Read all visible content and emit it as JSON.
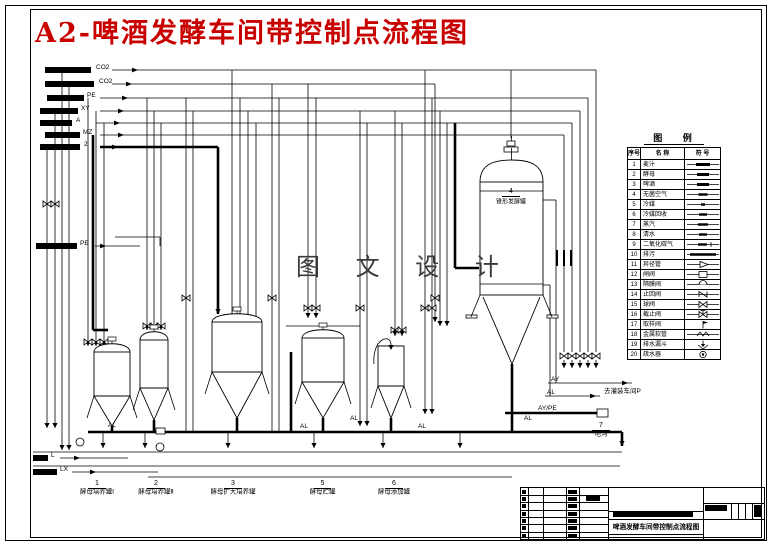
{
  "sheet_title": "A2-啤酒发酵车间带控制点流程图",
  "watermark": "图 文 设 计",
  "line_codes": [
    {
      "text": "CO2"
    },
    {
      "text": "CO2"
    },
    {
      "text": "PE"
    },
    {
      "text": "XY"
    },
    {
      "text": "A"
    },
    {
      "text": "MZ"
    },
    {
      "text": "2"
    },
    {
      "text": "PE"
    },
    {
      "text": "L"
    },
    {
      "text": "LX"
    }
  ],
  "flow_labels": [
    {
      "text": "AY"
    },
    {
      "text": "AL"
    },
    {
      "text": "AY/PE"
    },
    {
      "text": "去灌装车间P"
    },
    {
      "text": "AL"
    },
    {
      "text": "AL"
    },
    {
      "text": "AL"
    },
    {
      "text": "AL"
    },
    {
      "text": "AL"
    }
  ],
  "equipment": [
    {
      "no": "1",
      "name": "酵母培养罐Ⅰ"
    },
    {
      "no": "2",
      "name": "酵母培养罐Ⅱ"
    },
    {
      "no": "3",
      "name": "酵母扩大培养罐"
    },
    {
      "no": "4",
      "name": "锥形发酵罐"
    },
    {
      "no": "5",
      "name": "酵母贮罐"
    },
    {
      "no": "6",
      "name": "酵母添加罐"
    },
    {
      "no": "7",
      "name": "地沟"
    }
  ],
  "legend": {
    "title": "图 例",
    "headers": [
      "序号",
      "名 称",
      "符 号"
    ],
    "rows": [
      {
        "no": "1",
        "name": "麦汁",
        "symbol": "line-thick"
      },
      {
        "no": "2",
        "name": "酵母",
        "symbol": "line-thick"
      },
      {
        "no": "3",
        "name": "啤酒",
        "symbol": "line-thick"
      },
      {
        "no": "4",
        "name": "无菌空气",
        "symbol": "line-dash"
      },
      {
        "no": "5",
        "name": "冷媒",
        "symbol": "line-tick"
      },
      {
        "no": "6",
        "name": "冷媒回收",
        "symbol": "line-dash"
      },
      {
        "no": "7",
        "name": "蒸汽",
        "symbol": "line-dash"
      },
      {
        "no": "8",
        "name": "清水",
        "symbol": "line-dash"
      },
      {
        "no": "9",
        "name": "二氧化碳气",
        "symbol": "line-dash-tick"
      },
      {
        "no": "10",
        "name": "排污",
        "symbol": "line-heavy"
      },
      {
        "no": "11",
        "name": "异径管",
        "symbol": "reducer"
      },
      {
        "no": "12",
        "name": "闸阀",
        "symbol": "gate"
      },
      {
        "no": "13",
        "name": "隔膜阀",
        "symbol": "diaphragm"
      },
      {
        "no": "14",
        "name": "止回阀",
        "symbol": "check"
      },
      {
        "no": "15",
        "name": "球阀",
        "symbol": "bowtie"
      },
      {
        "no": "16",
        "name": "截止阀",
        "symbol": "bowtie-stem"
      },
      {
        "no": "17",
        "name": "取样阀",
        "symbol": "flag"
      },
      {
        "no": "18",
        "name": "金属软管",
        "symbol": "flex"
      },
      {
        "no": "19",
        "name": "排水漏斗",
        "symbol": "funnel"
      },
      {
        "no": "20",
        "name": "疏水器",
        "symbol": "trap"
      }
    ]
  },
  "title_block": {
    "drawing_title": "啤酒发酵车间带控制点流程图"
  }
}
